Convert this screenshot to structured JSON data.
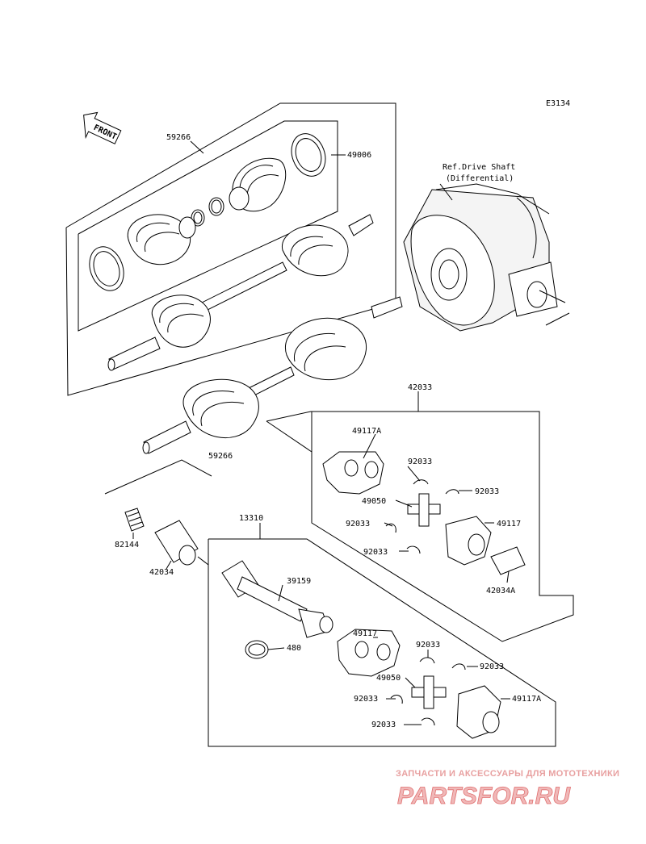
{
  "diagram_code": "E3134",
  "front_label": "FRONT",
  "ref_note_line1": "Ref.Drive Shaft",
  "ref_note_line2": "(Differential)",
  "labels": {
    "p59266_top": "59266",
    "p49006": "49006",
    "p59266_bottom": "59266",
    "p42033": "42033",
    "p49117A_upper": "49117A",
    "p92033_u1": "92033",
    "p92033_u2": "92033",
    "p49050_upper": "49050",
    "p92033_u3": "92033",
    "p49117_upper": "49117",
    "p92033_u4": "92033",
    "p42034A": "42034A",
    "p82144": "82144",
    "p42034": "42034",
    "p13310": "13310",
    "p39159": "39159",
    "p49117_lower": "49117",
    "p480": "480",
    "p92033_l1": "92033",
    "p92033_l2": "92033",
    "p49050_lower": "49050",
    "p92033_l3": "92033",
    "p49117A_lower": "49117A",
    "p92033_l4": "92033"
  },
  "watermark": {
    "tagline": "ЗАПЧАСТИ И АКСЕССУАРЫ ДЛЯ МОТОТЕХНИКИ",
    "brand": "PARTSFOR.RU"
  }
}
